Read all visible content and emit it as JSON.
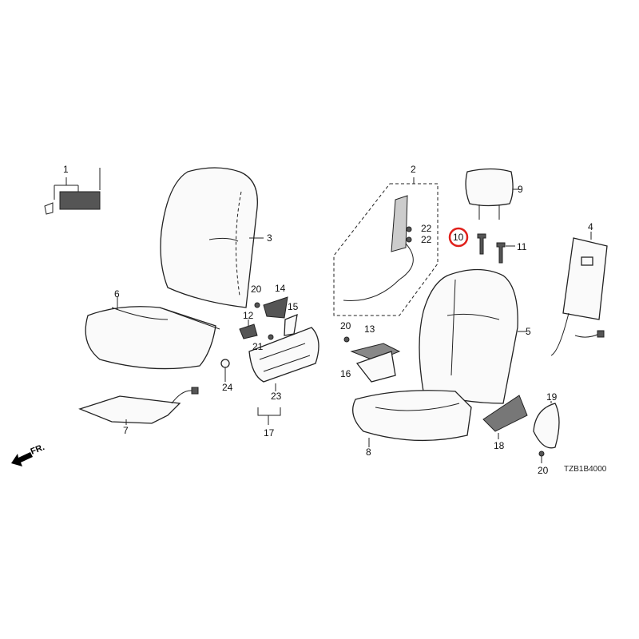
{
  "diagram_code": "TZB1B4000",
  "front_indicator": "FR.",
  "highlight_color": "#e0201b",
  "highlighted_callout": "10",
  "callouts": [
    "1",
    "2",
    "3",
    "4",
    "5",
    "6",
    "7",
    "8",
    "9",
    "10",
    "11",
    "12",
    "13",
    "14",
    "15",
    "16",
    "17",
    "18",
    "19",
    "20",
    "20",
    "20",
    "21",
    "22",
    "22",
    "23",
    "24"
  ]
}
